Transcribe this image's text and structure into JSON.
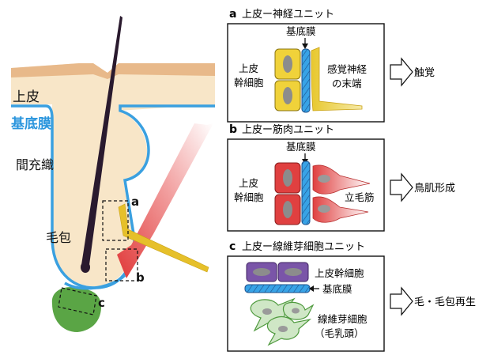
{
  "left": {
    "epidermis": "上皮",
    "basement_membrane": "基底膜",
    "mesenchyme": "間充織",
    "hair_follicle": "毛包",
    "marker_a": "a",
    "marker_b": "b",
    "marker_c": "c"
  },
  "panels": [
    {
      "letter": "a",
      "title": "上皮ー神経ユニット",
      "membrane_label": "基底膜",
      "left_label_line1": "上皮",
      "left_label_line2": "幹細胞",
      "right_label_line1": "感覚神経",
      "right_label_line2": "の末端",
      "outcome": "触覚"
    },
    {
      "letter": "b",
      "title": "上皮ー筋肉ユニット",
      "membrane_label": "基底膜",
      "left_label_line1": "上皮",
      "left_label_line2": "幹細胞",
      "right_label": "立毛筋",
      "outcome": "鳥肌形成"
    },
    {
      "letter": "c",
      "title": "上皮ー線維芽細胞ユニット",
      "top_label": "上皮幹細胞",
      "membrane_label": "基底膜",
      "bottom_label_line1": "線維芽細胞",
      "bottom_label_line2": "（毛乳頭）",
      "outcome": "毛・毛包再生"
    }
  ],
  "colors": {
    "skin": "#f8e6c8",
    "skin_top": "#e8b98a",
    "membrane_blue": "#3aa0e0",
    "cell_yellow": "#f0d23a",
    "cell_red": "#e04040",
    "cell_purple": "#7a55a8",
    "papilla_green": "#5aa545",
    "hair": "#2a1a2e"
  }
}
